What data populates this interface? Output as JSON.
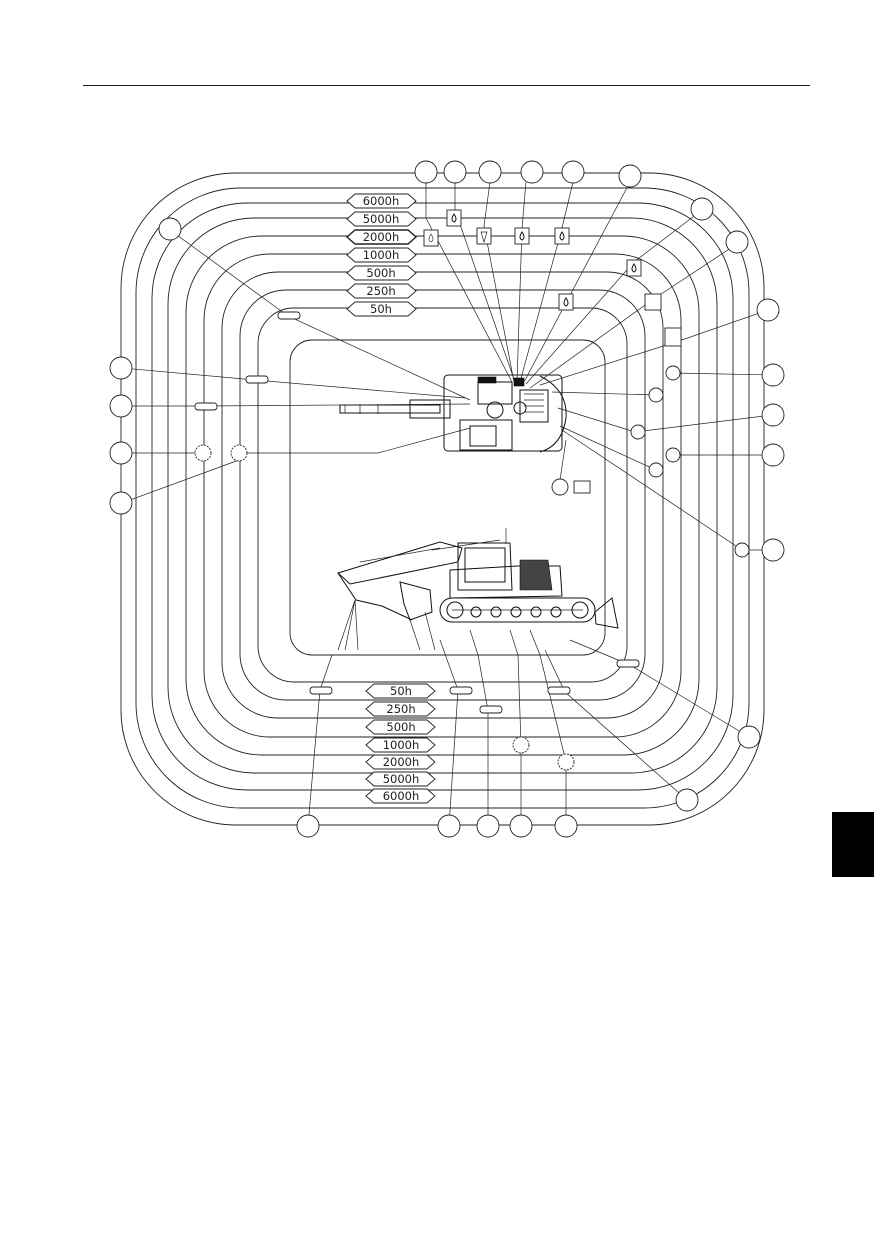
{
  "upper_intervals": [
    "6000h",
    "5000h",
    "2000h",
    "1000h",
    "500h",
    "250h",
    "50h"
  ],
  "lower_intervals": [
    "50h",
    "250h",
    "500h",
    "1000h",
    "2000h",
    "5000h",
    "6000h"
  ],
  "icons": {
    "callout": "circle-callout",
    "oil_tank": "oil-drop-tank-icon",
    "grease": "grease-gun-icon",
    "gear": "gear-oil-icon",
    "filter": "filter-icon",
    "manual": "manual-book-icon"
  },
  "colors": {
    "line": "#222222",
    "tab": "#000000"
  }
}
